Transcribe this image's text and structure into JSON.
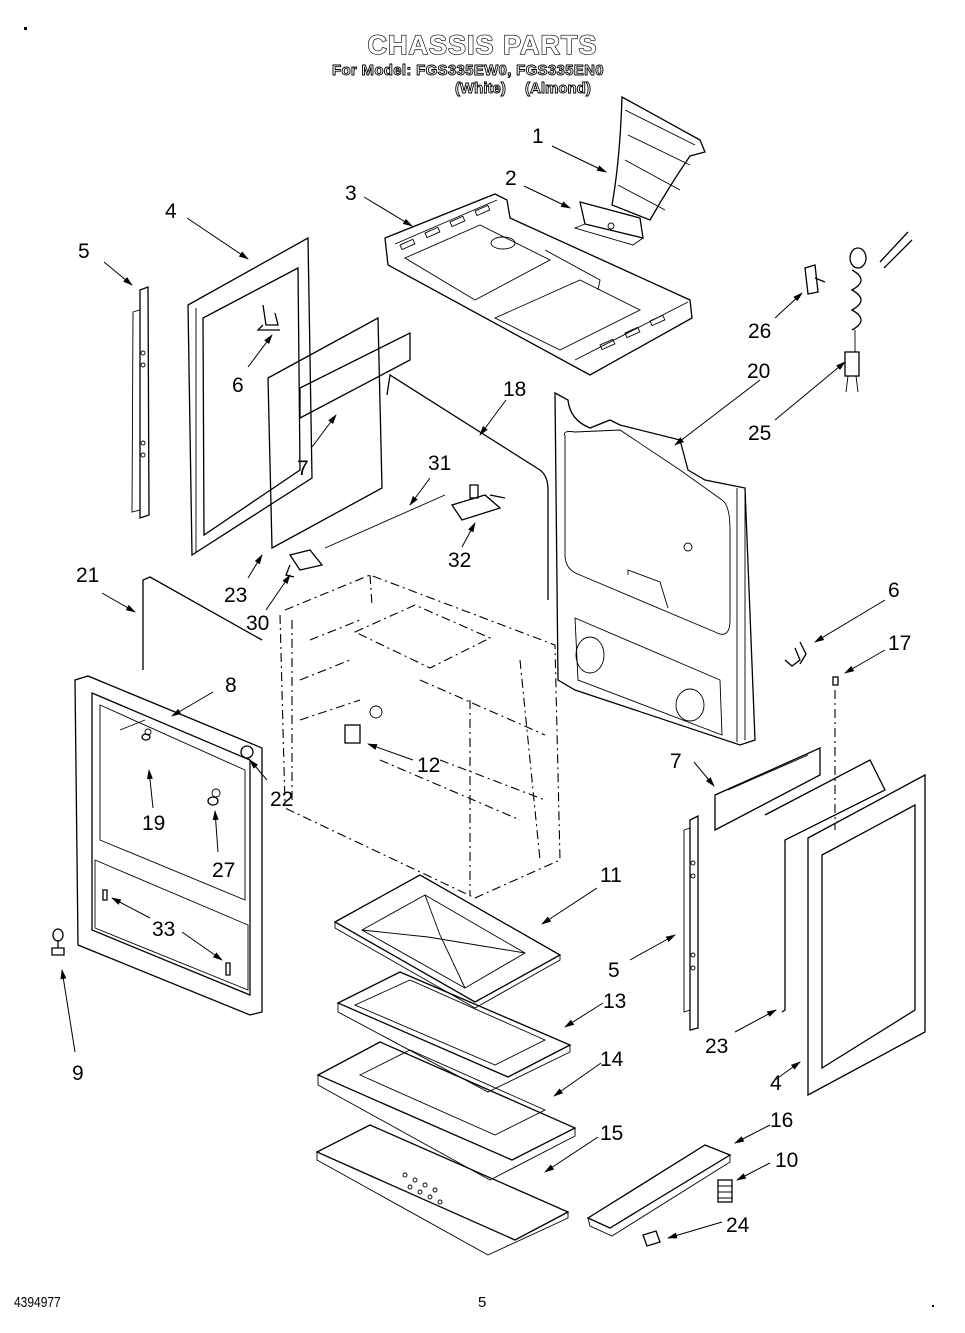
{
  "header": {
    "title": "CHASSIS PARTS",
    "model_line": "For Model: FGS335EW0, FGS335EN0",
    "color_white": "(White)",
    "color_almond": "(Almond)"
  },
  "footer": {
    "document_number": "4394977",
    "page_number": "5"
  },
  "callouts": [
    {
      "id": "c1",
      "label": "1"
    },
    {
      "id": "c2",
      "label": "2"
    },
    {
      "id": "c3",
      "label": "3"
    },
    {
      "id": "c4a",
      "label": "4"
    },
    {
      "id": "c4b",
      "label": "4"
    },
    {
      "id": "c5a",
      "label": "5"
    },
    {
      "id": "c5b",
      "label": "5"
    },
    {
      "id": "c6a",
      "label": "6"
    },
    {
      "id": "c6b",
      "label": "6"
    },
    {
      "id": "c7a",
      "label": "7"
    },
    {
      "id": "c7b",
      "label": "7"
    },
    {
      "id": "c8",
      "label": "8"
    },
    {
      "id": "c9",
      "label": "9"
    },
    {
      "id": "c10",
      "label": "10"
    },
    {
      "id": "c11",
      "label": "11"
    },
    {
      "id": "c12",
      "label": "12"
    },
    {
      "id": "c13",
      "label": "13"
    },
    {
      "id": "c14",
      "label": "14"
    },
    {
      "id": "c15",
      "label": "15"
    },
    {
      "id": "c16",
      "label": "16"
    },
    {
      "id": "c17",
      "label": "17"
    },
    {
      "id": "c18",
      "label": "18"
    },
    {
      "id": "c19",
      "label": "19"
    },
    {
      "id": "c20",
      "label": "20"
    },
    {
      "id": "c21",
      "label": "21"
    },
    {
      "id": "c22",
      "label": "22"
    },
    {
      "id": "c23a",
      "label": "23"
    },
    {
      "id": "c23b",
      "label": "23"
    },
    {
      "id": "c24",
      "label": "24"
    },
    {
      "id": "c25",
      "label": "25"
    },
    {
      "id": "c26",
      "label": "26"
    },
    {
      "id": "c27",
      "label": "27"
    },
    {
      "id": "c30",
      "label": "30"
    },
    {
      "id": "c31",
      "label": "31"
    },
    {
      "id": "c32",
      "label": "32"
    },
    {
      "id": "c33",
      "label": "33"
    }
  ]
}
